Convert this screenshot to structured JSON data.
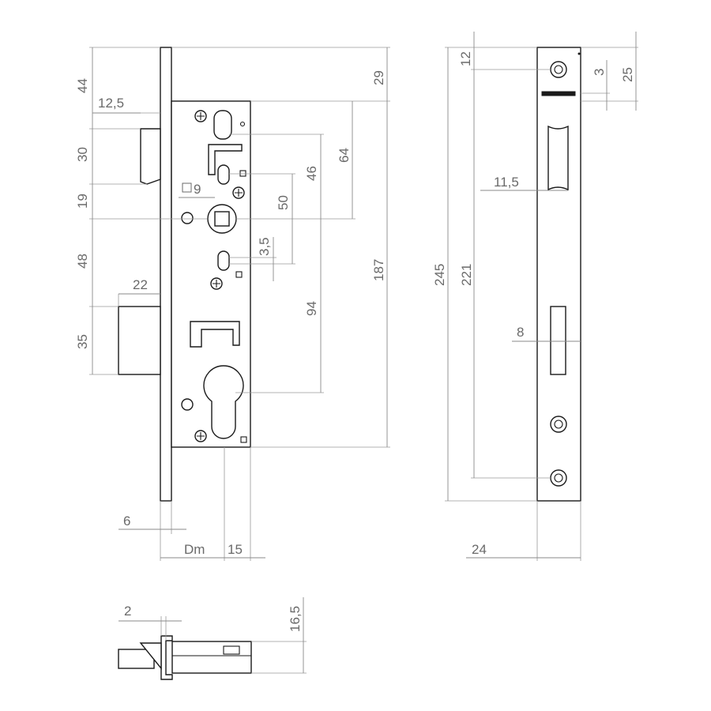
{
  "drawing": {
    "front_view": {
      "dims": {
        "d44": "44",
        "d12_5": "12,5",
        "d30": "30",
        "d19": "19",
        "d48": "48",
        "d22": "22",
        "d35": "35",
        "d29": "29",
        "d64": "64",
        "d46": "46",
        "d50": "50",
        "d3_5": "3,5",
        "d94": "94",
        "d187": "187",
        "d9": "9",
        "d6": "6",
        "dDm": "Dm",
        "d15": "15"
      }
    },
    "faceplate_view": {
      "dims": {
        "d12": "12",
        "d3": "3",
        "d25": "25",
        "d11_5": "11,5",
        "d245": "245",
        "d221": "221",
        "d8": "8",
        "d24": "24"
      }
    },
    "top_view": {
      "dims": {
        "d2": "2",
        "d16_5": "16,5"
      }
    }
  }
}
